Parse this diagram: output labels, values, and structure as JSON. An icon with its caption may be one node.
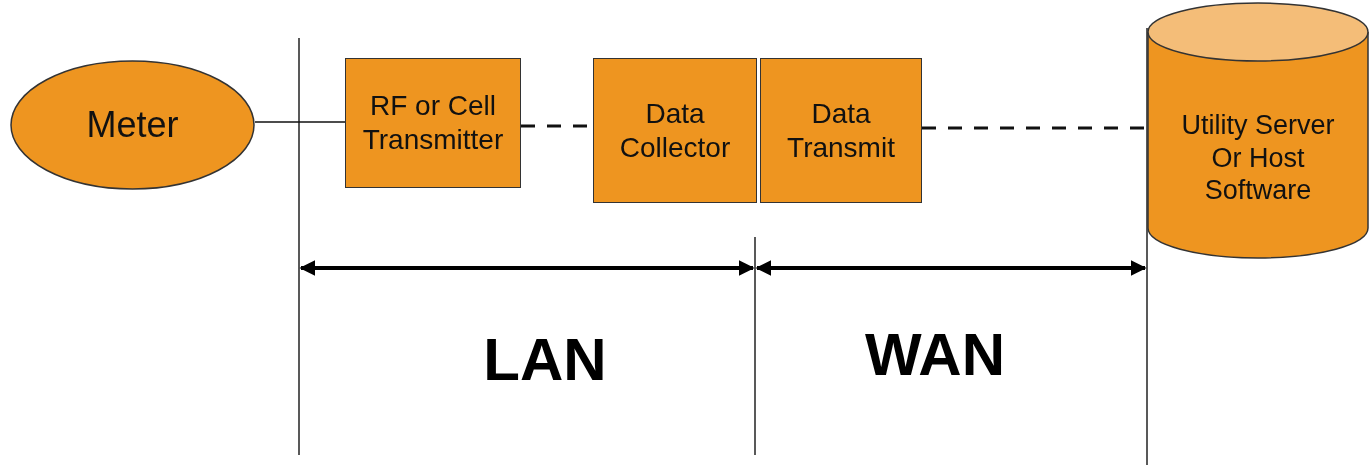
{
  "diagram": {
    "nodes": [
      {
        "text": [
          "Meter"
        ]
      },
      {
        "text": [
          "RF or Cell Transmitter"
        ]
      },
      {
        "text": [
          "Data Collector"
        ]
      },
      {
        "text": [
          "Data Transmit"
        ]
      },
      {
        "text": [
          "Utility Server Or Host Software"
        ]
      }
    ],
    "edges": [
      {
        "from": 0,
        "to": 1,
        "arrow": "none"
      },
      {
        "from": 1,
        "to": 2,
        "arrow": "none",
        "style": "dashed"
      },
      {
        "from": 3,
        "to": 4,
        "arrow": "none",
        "style": "dashed"
      }
    ],
    "labels": [
      "LAN",
      "WAN"
    ]
  }
}
